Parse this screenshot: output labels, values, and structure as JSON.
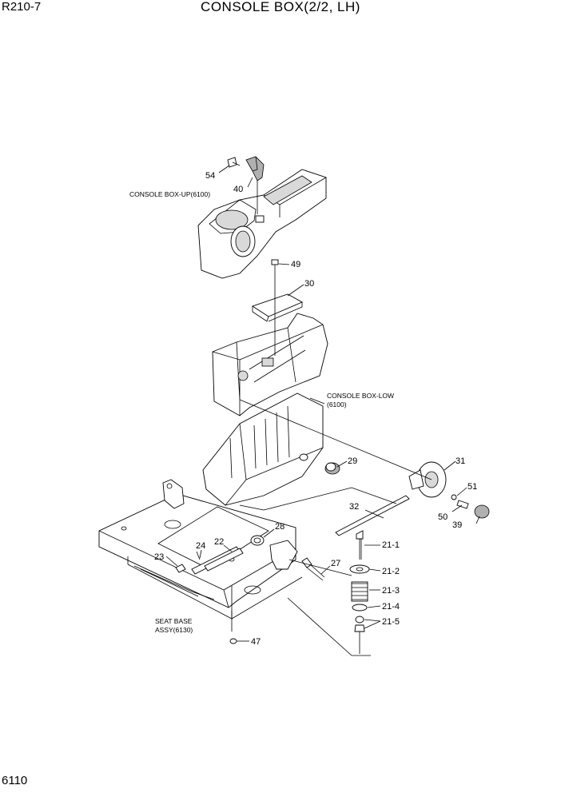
{
  "header": {
    "model": "R210-7",
    "title": "CONSOLE BOX(2/2, LH)"
  },
  "footer": {
    "page": "6110"
  },
  "assemblies": {
    "upper": "CONSOLE BOX-UP(6100)",
    "lower_line1": "CONSOLE BOX-LOW",
    "lower_line2": "(6100)",
    "seat_line1": "SEAT BASE",
    "seat_line2": "ASSY(6130)"
  },
  "callouts": {
    "p54": "54",
    "p40": "40",
    "p49": "49",
    "p30": "30",
    "p29": "29",
    "p31": "31",
    "p51": "51",
    "p50": "50",
    "p39": "39",
    "p32": "32",
    "p28": "28",
    "p24": "24",
    "p22": "22",
    "p23": "23",
    "p27": "27",
    "p21_1": "21-1",
    "p21_2": "21-2",
    "p21_3": "21-3",
    "p21_4": "21-4",
    "p21_5": "21-5",
    "p47": "47"
  }
}
